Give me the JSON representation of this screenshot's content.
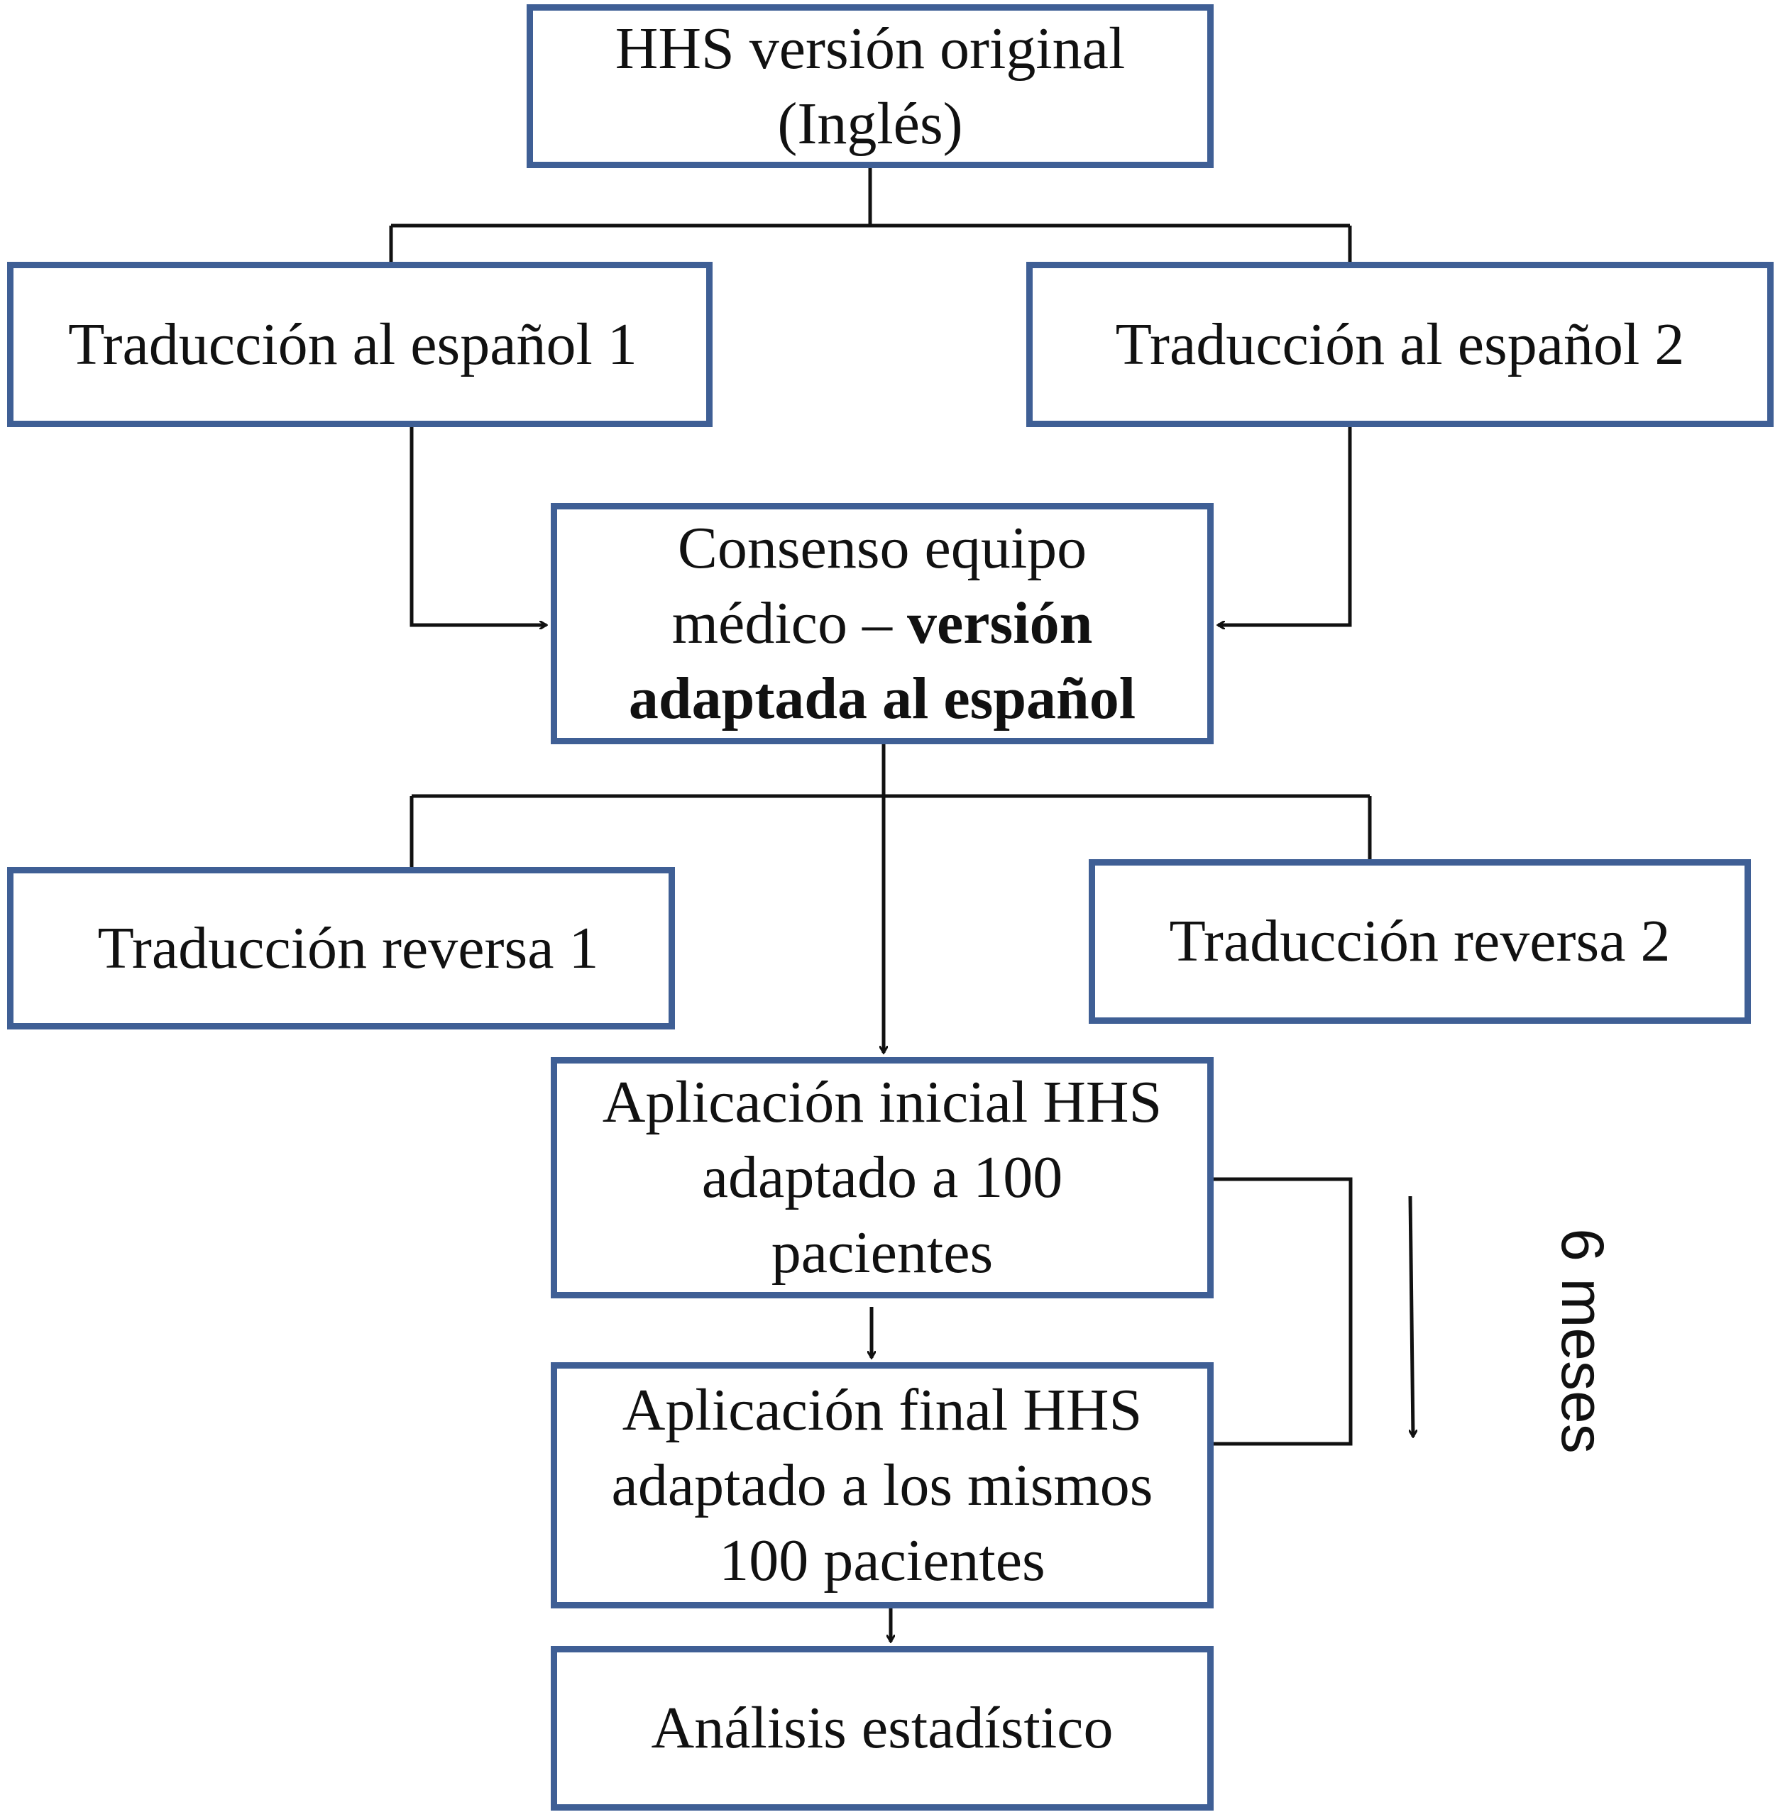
{
  "diagram": {
    "boxes": {
      "original": {
        "line1": "HHS versión original",
        "line2": "(Inglés)"
      },
      "trad1": {
        "text": "Traducción al español 1"
      },
      "trad2": {
        "text": "Traducción al español 2"
      },
      "consenso": {
        "line1": "Consenso equipo",
        "line2_plain": "médico – ",
        "line2_bold": "versión",
        "line3_bold": "adaptada al español"
      },
      "reversa1": {
        "text": "Traducción reversa 1"
      },
      "reversa2": {
        "text": "Traducción reversa 2"
      },
      "inicial": {
        "line1": "Aplicación inicial HHS",
        "line2": "adaptado a 100",
        "line3": "pacientes"
      },
      "final": {
        "line1": "Aplicación final HHS",
        "line2": "adaptado a los mismos",
        "line3": "100 pacientes"
      },
      "analisis": {
        "text": "Análisis estadístico"
      }
    },
    "duration_label": "6 meses",
    "colors": {
      "box_border": "#3f5f95",
      "connector": "#111111",
      "text": "#111111"
    }
  }
}
